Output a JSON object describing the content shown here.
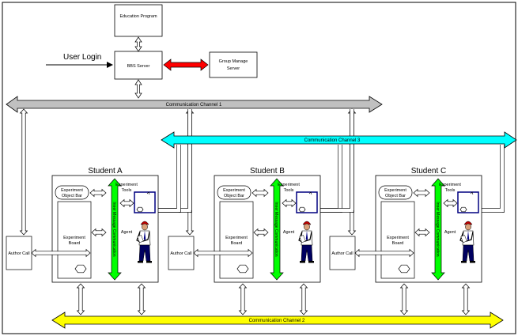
{
  "nodes": {
    "education_program": "Education Program",
    "user_login": "User Login",
    "bbs_server": "BBS Server",
    "group_manage_server": [
      "Group Manage",
      "Server"
    ]
  },
  "channels": {
    "channel_1": "Communication Channel 1",
    "channel_2": "Communication Channel 2",
    "channel_3": "Communication Channel 3"
  },
  "students": [
    {
      "title": "Student A",
      "object_bar": [
        "Experiment",
        "Object Bar"
      ],
      "tools": [
        "Experiment",
        "Tools"
      ],
      "board": [
        "Experiment",
        "Board"
      ],
      "agent": "Agent",
      "message_comm": "Inner Message Communication",
      "author_call": "Author Call"
    },
    {
      "title": "Student B",
      "object_bar": [
        "Experiment",
        "Object Bar"
      ],
      "tools": [
        "Experiment",
        "Tools"
      ],
      "board": [
        "Experiment",
        "Board"
      ],
      "agent": "Agent",
      "message_comm": "Inner Message Communication",
      "author_call": "Author Call"
    },
    {
      "title": "Student C",
      "object_bar": [
        "Experiment",
        "Object Bar"
      ],
      "tools": [
        "Experiment",
        "Tools"
      ],
      "board": [
        "Experiment",
        "Board"
      ],
      "agent": "Agent",
      "message_comm": "Inner Message Communication",
      "author_call": "Author Call"
    }
  ],
  "colors": {
    "channel_1": "#c0c0c0",
    "channel_2": "#ffff00",
    "channel_3": "#00ffff",
    "inner_comm": "#00ff00",
    "bbs_group_link": "#ff0000",
    "tools_border": "#000080"
  }
}
